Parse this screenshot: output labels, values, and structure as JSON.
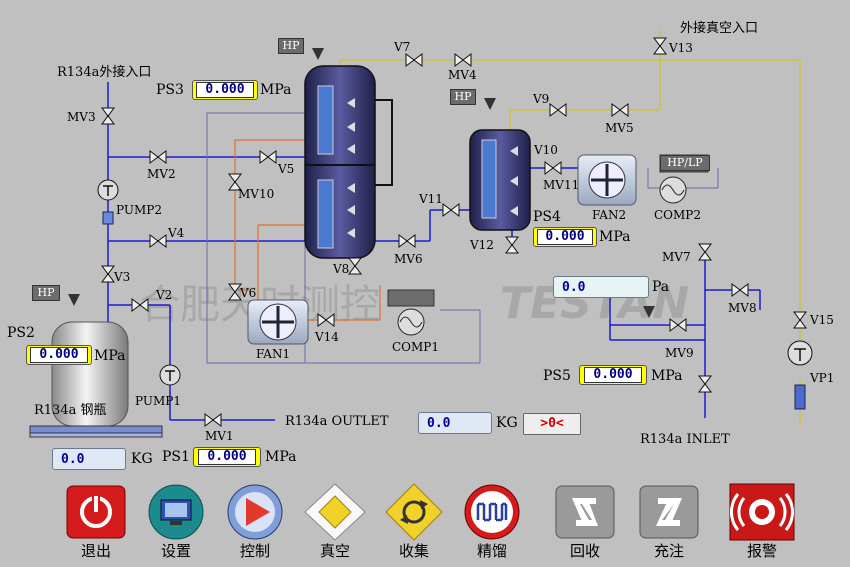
{
  "labels": {
    "r134a_ext_in": "R134a外接入口",
    "ext_vacuum_in": "外接真空入口",
    "r134a_outlet": "R134a  OUTLET",
    "r134a_inlet": "R134a  INLET",
    "cylinder": "R134a  钢瓶",
    "watermark_cn": "合肥天时测控",
    "watermark_en": "TESTAN"
  },
  "valves": {
    "mv3": "MV3",
    "mv2": "MV2",
    "v5": "V5",
    "mv10": "MV10",
    "v4": "V4",
    "v3": "V3",
    "v2": "V2",
    "v6": "V6",
    "v14": "V14",
    "mv1": "MV1",
    "v7": "V7",
    "mv4": "MV4",
    "v13": "V13",
    "v9": "V9",
    "mv5": "MV5",
    "v10": "V10",
    "mv11": "MV11",
    "v11": "V11",
    "mv6": "MV6",
    "v12": "V12",
    "v8": "V8",
    "mv7": "MV7",
    "mv8": "MV8",
    "mv9": "MV9",
    "v15": "V15"
  },
  "equipment": {
    "pump2": "PUMP2",
    "pump1": "PUMP1",
    "fan1": "FAN1",
    "comp1": "COMP1",
    "fan2": "FAN2",
    "comp2": "COMP2",
    "vp1": "VP1",
    "hp": "HP",
    "hplp": "HP/LP"
  },
  "gauges": [
    {
      "name": "PS3",
      "value": "0.000",
      "unit": "MPa"
    },
    {
      "name": "PS4",
      "value": "0.000",
      "unit": "MPa"
    },
    {
      "name": "PS2",
      "value": "0.000",
      "unit": "MPa"
    },
    {
      "name": "PS1",
      "value": "0.000",
      "unit": "MPa"
    },
    {
      "name": "PS5",
      "value": "0.000",
      "unit": "MPa"
    }
  ],
  "pa_field": {
    "value": "0.0",
    "unit": "Pa"
  },
  "outlet_weight": {
    "value": "0.0",
    "unit": "KG",
    "reset_label": ">0<"
  },
  "cylinder_weight": {
    "value": "0.0",
    "unit": "KG"
  },
  "toolbar": [
    {
      "label": "退出",
      "icon": "power-icon",
      "color": "#d01818"
    },
    {
      "label": "设置",
      "icon": "settings-icon",
      "color": "#1a7f86"
    },
    {
      "label": "控制",
      "icon": "play-icon",
      "color": "#d83434"
    },
    {
      "label": "真空",
      "icon": "vacuum-icon",
      "color": "#f0d020"
    },
    {
      "label": "收集",
      "icon": "collect-icon",
      "color": "#f0d020"
    },
    {
      "label": "精馏",
      "icon": "distill-icon",
      "color": "#d01818"
    },
    {
      "label": "回收",
      "icon": "recover-icon",
      "color": "#8a8a8a"
    },
    {
      "label": "充注",
      "icon": "charge-icon",
      "color": "#8a8a8a"
    },
    {
      "label": "报警",
      "icon": "alarm-icon",
      "color": "#c81818"
    }
  ]
}
